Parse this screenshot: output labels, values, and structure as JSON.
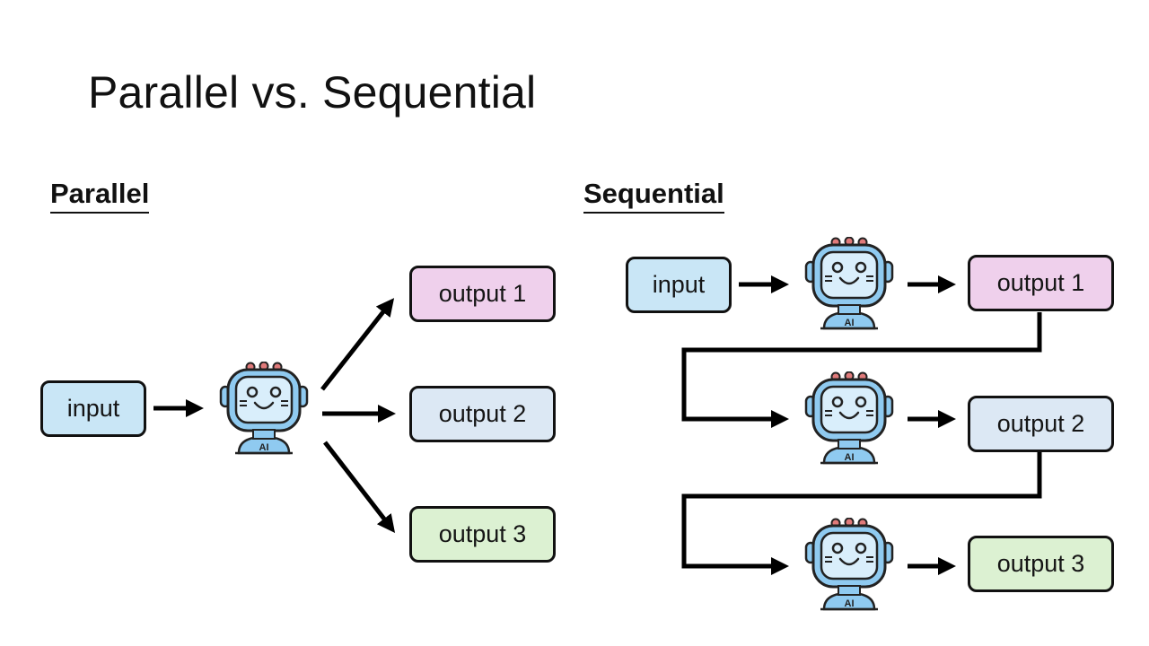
{
  "title": "Parallel vs. Sequential",
  "parallel": {
    "heading": "Parallel",
    "input_label": "input",
    "agent_badge": "AI",
    "outputs": [
      "output 1",
      "output 2",
      "output 3"
    ]
  },
  "sequential": {
    "heading": "Sequential",
    "input_label": "input",
    "agent_badge": "AI",
    "outputs": [
      "output 1",
      "output 2",
      "output 3"
    ]
  },
  "colors": {
    "input": "#c9e6f6",
    "output_1": "#efd0ec",
    "output_2": "#dce8f4",
    "output_3": "#dcf1d2",
    "robot_body": "#8fcaf0",
    "robot_screen": "#d9eefb",
    "robot_antenna": "#e07a7a"
  }
}
